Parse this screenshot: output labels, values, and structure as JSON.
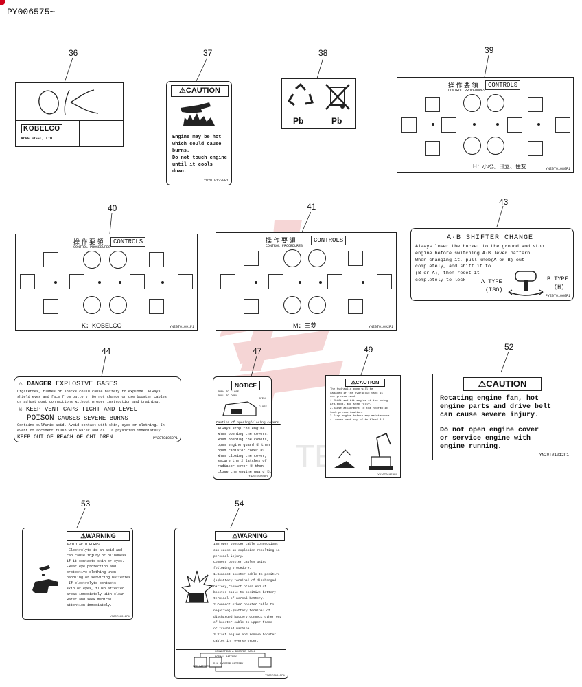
{
  "header": {
    "code": "PY006575~"
  },
  "callouts": [
    "36",
    "37",
    "38",
    "39",
    "40",
    "41",
    "43",
    "44",
    "47",
    "49",
    "52",
    "53",
    "54"
  ],
  "decals": {
    "d36": {
      "script": "OK",
      "brand": "KOBELCO",
      "maker": "KOBE STEEL, LTD."
    },
    "d37": {
      "header": "CAUTION",
      "text": [
        "Engine may be hot",
        "which could cause",
        "burns.",
        "Do not touch engine",
        "until it cools down."
      ],
      "part": "YN20T01230P1"
    },
    "d38": {
      "left": "Pb",
      "right": "Pb"
    },
    "d39": {
      "kanji": "操 作 要 領",
      "controls": "CONTROLS",
      "sub": "CONTROL PROCEDURES",
      "pattern": "H：小松、日立、住友",
      "part": "YN20T01080P1"
    },
    "d40": {
      "kanji": "操 作 要 領",
      "controls": "CONTROLS",
      "sub": "CONTROL PROCEDURES",
      "pattern": "K：KOBELCO",
      "part": "YN20T01091P1"
    },
    "d41": {
      "kanji": "操 作 要 領",
      "controls": "CONTROLS",
      "sub": "CONTROL PROCEDURES",
      "pattern": "M：三菱",
      "part": "YN20T01092P1"
    },
    "d43": {
      "title": "A·B SHIFTER CHANGE",
      "text": [
        "Always lower the bucket to the ground and stop",
        "engine before switching A·B lever pattern.",
        "When changing it, pull knob(A or B) out",
        "completely, and shift it to",
        "(B or A), then reset it",
        "completely to lock."
      ],
      "a_type": "A TYPE",
      "a_sub": "(ISO)",
      "b_type": "B TYPE",
      "b_sub": "(H)",
      "part": "PY20T01060P1"
    },
    "d44": {
      "danger": "DANGER",
      "danger_rest": "EXPLOSIVE GASES",
      "p1": [
        "Cigarettes, flames or sparks could cause battery to explode. Always",
        "shield eyes and face from battery. Do not charge or use booster cables",
        "or adjust post connections without proper instruction and training."
      ],
      "keep": "KEEP VENT CAPS TIGHT AND LEVEL",
      "poison": "POISON",
      "poison_rest": "CAUSES SEVERE BURNS",
      "p2": [
        "Contains sulfuric acid. Avoid contact with skin, eyes or clothing. In",
        "event of accident flush with water and call a physician immediately."
      ],
      "reach": "KEEP OUT OF REACH OF CHILDREN",
      "part": "PY20T01069P1"
    },
    "d47": {
      "header": "NOTICE",
      "labels": [
        "PUSH TO CLOSE",
        "PULL TO OPEN",
        "OPEN",
        "CLOSE"
      ],
      "subtitle": "Caution of opening/closing covers.",
      "text": [
        "Always stop the engine",
        "when opening the covers.",
        "When opening the covers,",
        "open engine guard ① then",
        "open radiator cover ②.",
        "When closing the cover,",
        "secure the 2 latches of",
        "radiator cover ② then",
        "close the engine guard ①."
      ],
      "part": "YN20T01009P1"
    },
    "d49": {
      "header": "CAUTION",
      "text": [
        "The hydraulic pump will be",
        "damaged if the hydraulic tank is",
        "not pressurized.",
        "1.Shift and fit engine at the swing,",
        "  Arm/boom, and step fully.",
        "2.Raise attachment to the hydraulic",
        "  tank pressurization.",
        "3.Stop engine before any maintenance.",
        "4.Loosen vent cap of to bleed B.C."
      ],
      "part": "YN20T01050P1"
    },
    "d52": {
      "header": "CAUTION",
      "l1": [
        "Rotating engine fan, hot",
        "engine parts and drive belt",
        "can cause severe injury."
      ],
      "l2": [
        "Do not open engine cover",
        "or service engine with",
        "engine running."
      ],
      "part": "YN20T01012P1"
    },
    "d53": {
      "header": "WARNING",
      "text": [
        "AVOID ACID BURNS",
        "-Electrolyte is an acid and",
        " can cause injury or blindness",
        " if it contacts skin or eyes.",
        "-Wear eye protection and",
        " protective clothing when",
        " handling or servicing batteries.",
        "-If electrolyte contacts",
        " skin or eyes, flush affected",
        " areas immediately with clean",
        " water and seek medical",
        " attention immediately."
      ],
      "part": "YN20T01019P1"
    },
    "d54": {
      "header": "WARNING",
      "text": [
        "Improper booster cable connections",
        "can cause an explosion resulting in",
        "personal injury.",
        "",
        "Connect booster cables using",
        "following procedure.",
        "1.Connect booster cable to positive",
        "  (+)battery terminal of discharged",
        "  battery,Connect other end of",
        "  booster cable to positive battery",
        "  terminal of normal battery.",
        "2.Connect other booster cable to",
        "  negative(-)battery terminal of",
        "  discharged battery,Connect other end",
        "  of booster cable to upper frame",
        "  of troubled machine.",
        "3.Start engine and remove booster",
        "  cables in reverse order."
      ],
      "diag": [
        "CONNECTING A BOOSTER CABLE",
        "NORMAL BATTERY",
        "FOR BATTERY",
        "D-N BOOSTER BATTERY"
      ],
      "part": "YN20T01015P1"
    }
  },
  "colors": {
    "accent": "#d0021b",
    "watermark": "#f2c4c4",
    "ink": "#111111"
  }
}
